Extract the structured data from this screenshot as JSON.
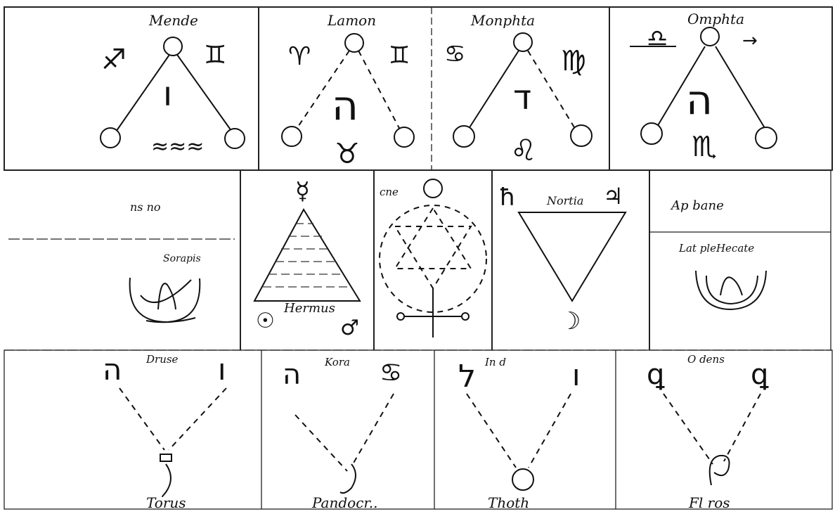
{
  "row1": {
    "mende": {
      "label": "Mende",
      "signs": [
        "♐",
        "♊"
      ],
      "center": "ו",
      "bottom": "≈≈≈"
    },
    "lamon": {
      "label": "Lamon",
      "signs": [
        "♈",
        "♊"
      ],
      "center": "ה",
      "bottom": "♉"
    },
    "monphta": {
      "label": "Monphta",
      "signs": [
        "♋",
        "♍"
      ],
      "center": "ד",
      "bottom": "♌"
    },
    "omphta": {
      "label": "Omphta",
      "signs": [
        "♎",
        "→"
      ],
      "center": "ה",
      "bottom": "♏"
    }
  },
  "row2": {
    "panel1": {
      "label_top": "ns no",
      "label_bottom": "Sorapis"
    },
    "pyramid": {
      "label": "Hermus",
      "top": "☿",
      "left": "☉",
      "right": "♂"
    },
    "hexagram": {
      "label": "cne"
    },
    "triangle": {
      "label": "Nortia",
      "left": "ħ",
      "right": "♃",
      "bottom": "☽"
    },
    "panel5": {
      "label_top": "Ap  bane",
      "label_bottom": "Lat pleHecate"
    }
  },
  "row3": {
    "torus": {
      "label_top": "Druse",
      "label_bottom": "Torus",
      "left": "ה",
      "right": "ו"
    },
    "pandocrator": {
      "label_top": "Kora",
      "label_bottom": "Pandocr..",
      "left": "ה",
      "right": "♋"
    },
    "thoth": {
      "label_top": "In d",
      "label_bottom": "Thoth",
      "left": "ל",
      "right": "ו"
    },
    "eros": {
      "label_top": "O dens",
      "label_bottom": "Fl  ros",
      "left": "ꝗ",
      "right": "ꝗ"
    }
  }
}
